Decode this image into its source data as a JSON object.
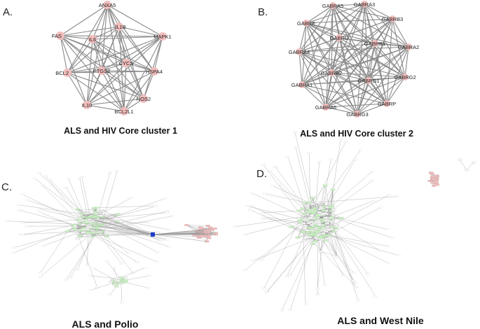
{
  "colors": {
    "edge": "#8a8a8a",
    "dense_edge": "#9a9a9a",
    "node_pink": "#f2bdbd",
    "node_green": "#c8f2c0",
    "hub_blue": "#1a3cc8"
  },
  "panels": [
    {
      "id": "A",
      "letter": "A.",
      "caption": "ALS and HIV Core cluster 1",
      "nodes": [
        "ANXA5",
        "IL1B",
        "FAS",
        "IL6",
        "MAPK1",
        "CYCS",
        "PTGS2",
        "BCL2",
        "HSPA4",
        "NOS2",
        "IL10",
        "BCL2L1"
      ]
    },
    {
      "id": "B",
      "letter": "B.",
      "caption": "ALS and HIV Core cluster 2",
      "nodes": [
        "GABRA5",
        "GABRA3",
        "GABRE",
        "GABRB3",
        "GABRD",
        "GABRB1",
        "GABRA2",
        "GABRA4",
        "GABRB2",
        "GABRG2",
        "GABRA1",
        "GABRG1",
        "GABRA6",
        "GABRP",
        "GABRG3"
      ]
    },
    {
      "id": "C",
      "letter": "C.",
      "caption": "ALS  and Polio",
      "hub_icon": "square-hub-node-icon"
    },
    {
      "id": "D",
      "letter": "D.",
      "caption": "ALS and West Nile"
    }
  ]
}
